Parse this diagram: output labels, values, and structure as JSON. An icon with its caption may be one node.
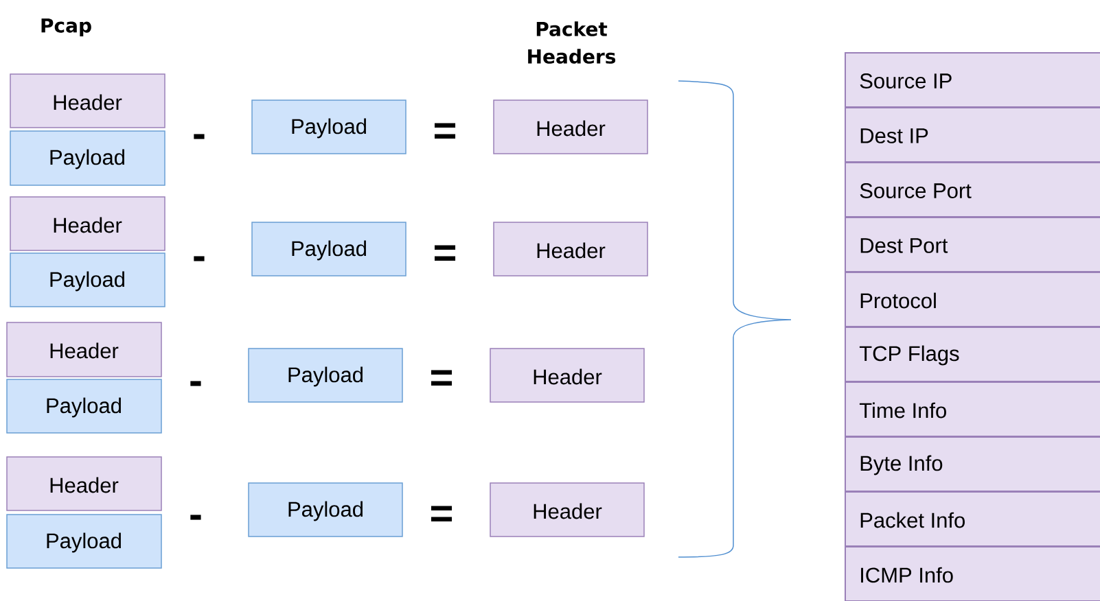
{
  "diagram": {
    "nodes": [
      {
        "text": [
          "Header"
        ]
      },
      {
        "text": [
          "Payload"
        ]
      },
      {
        "text": [
          "Header"
        ]
      },
      {
        "text": [
          "Payload"
        ]
      },
      {
        "text": [
          "Header"
        ]
      },
      {
        "text": [
          "Payload"
        ]
      },
      {
        "text": [
          "Header"
        ]
      },
      {
        "text": [
          "Payload"
        ]
      },
      {
        "text": [
          "Payload"
        ]
      },
      {
        "text": [
          "Header"
        ]
      },
      {
        "text": [
          "Payload"
        ]
      },
      {
        "text": [
          "Header"
        ]
      },
      {
        "text": [
          "Payload"
        ]
      },
      {
        "text": [
          "Header"
        ]
      },
      {
        "text": [
          "Payload"
        ]
      },
      {
        "text": [
          "Header"
        ]
      },
      {
        "text": [
          "Source IP"
        ]
      },
      {
        "text": [
          "Dest IP"
        ]
      },
      {
        "text": [
          "Source Port"
        ]
      },
      {
        "text": [
          "Dest Port"
        ]
      },
      {
        "text": [
          "Protocol"
        ]
      },
      {
        "text": [
          "TCP Flags"
        ]
      },
      {
        "text": [
          "Time Info"
        ]
      },
      {
        "text": [
          "Byte Info"
        ]
      },
      {
        "text": [
          "Packet Info"
        ]
      },
      {
        "text": [
          "ICMP Info"
        ]
      }
    ],
    "labels": [
      "Pcap",
      "Packet Headers",
      "-",
      "=",
      "-",
      "=",
      "-",
      "=",
      "-",
      "="
    ]
  }
}
